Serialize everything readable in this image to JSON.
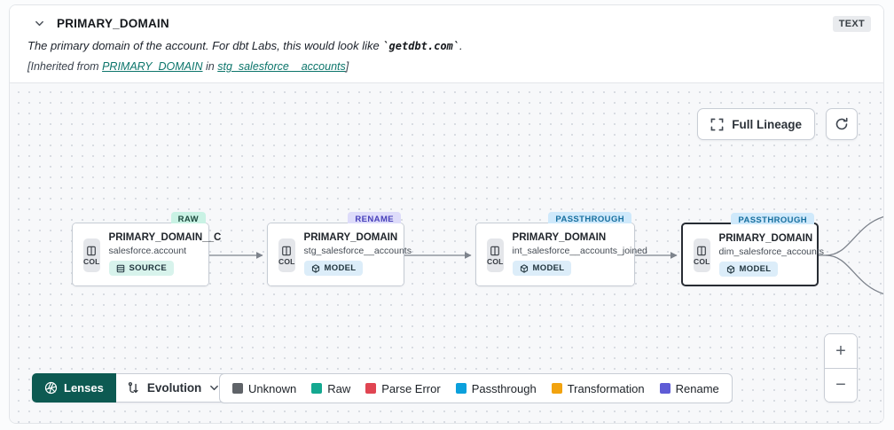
{
  "header": {
    "title": "PRIMARY_DOMAIN",
    "type_badge": "TEXT",
    "description": {
      "prefix": "The primary domain of the account. For dbt Labs, this would look like ",
      "code": "`getdbt.com`",
      "suffix": "."
    },
    "inherited": {
      "open": "[Inherited from ",
      "link_column": "PRIMARY_DOMAIN",
      "middle": " in ",
      "link_model": "stg_salesforce__accounts",
      "close": "]"
    }
  },
  "toolbar": {
    "full_lineage_label": "Full Lineage"
  },
  "nodes": [
    {
      "status": "RAW",
      "title": "PRIMARY_DOMAIN__C",
      "subtitle": "salesforce.account",
      "chip": "COL",
      "type": "SOURCE"
    },
    {
      "status": "RENAME",
      "title": "PRIMARY_DOMAIN",
      "subtitle": "stg_salesforce__accounts",
      "chip": "COL",
      "type": "MODEL"
    },
    {
      "status": "PASSTHROUGH",
      "title": "PRIMARY_DOMAIN",
      "subtitle": "int_salesforce__accounts_joined",
      "chip": "COL",
      "type": "MODEL"
    },
    {
      "status": "PASSTHROUGH",
      "title": "PRIMARY_DOMAIN",
      "subtitle": "dim_salesforce_accounts",
      "chip": "COL",
      "type": "MODEL"
    }
  ],
  "footer": {
    "lenses_label": "Lenses",
    "lens_value": "Evolution",
    "legend": [
      {
        "label": "Unknown",
        "color": "#5f6368"
      },
      {
        "label": "Raw",
        "color": "#14a890"
      },
      {
        "label": "Parse Error",
        "color": "#e04552"
      },
      {
        "label": "Passthrough",
        "color": "#0ba0dc"
      },
      {
        "label": "Transformation",
        "color": "#f2a30f"
      },
      {
        "label": "Rename",
        "color": "#5f5cd6"
      }
    ]
  },
  "zoom": {
    "in": "+",
    "out": "−"
  },
  "colors": {
    "link_teal": "#0c756b",
    "lenses_bg": "#0d5a52",
    "raw_badge_bg": "#c9f2e4",
    "rename_badge_bg": "#dedcfa",
    "passthrough_badge_bg": "#cfe9fb"
  }
}
